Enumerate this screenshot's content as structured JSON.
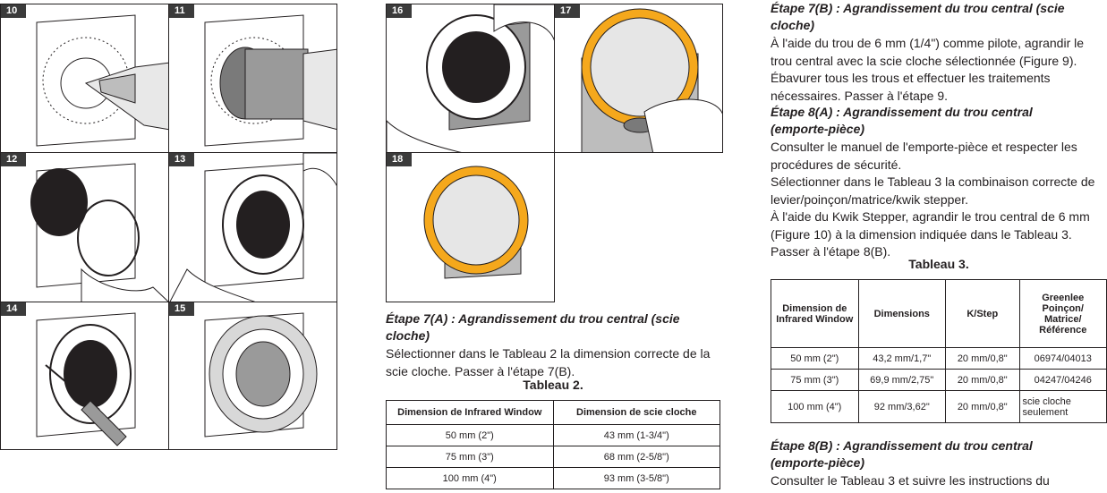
{
  "figures": {
    "panel_10": "10",
    "panel_11": "11",
    "panel_12": "12",
    "panel_13": "13",
    "panel_14": "14",
    "panel_15": "15",
    "panel_16": "16",
    "panel_17": "17",
    "panel_18": "18"
  },
  "colors": {
    "badge": "#3b3b3b",
    "window_ring": "#f5a81c",
    "disc": "#231f20",
    "plate": "#d8d8d8"
  },
  "step_7a": {
    "title": "Étape 7(A) : Agrandissement du trou central (scie cloche)",
    "body": "Sélectionner dans le Tableau 2 la dimension correcte de la scie cloche. Passer à l'étape 7(B).",
    "table_caption": "Tableau 2."
  },
  "table_2": {
    "headers": [
      "Dimension de Infrared Window",
      "Dimension de scie cloche"
    ],
    "rows": [
      [
        "50 mm (2\")",
        "43 mm (1-3/4\")"
      ],
      [
        "75 mm (3\")",
        "68 mm (2-5/8\")"
      ],
      [
        "100 mm (4\")",
        "93 mm (3-5/8\")"
      ]
    ]
  },
  "step_7b": {
    "title": "Étape 7(B) : Agrandissement du trou central (scie cloche)",
    "body": "À l'aide du trou de 6 mm (1/4\") comme pilote, agrandir le trou central avec la scie cloche sélectionnée (Figure 9). Ébavurer tous les trous et effectuer les traitements nécessaires. Passer à l'étape 9."
  },
  "step_8a": {
    "title": "Étape 8(A) : Agrandissement du trou central (emporte-pièce)",
    "p1": "Consulter le manuel de l'emporte-pièce et respecter les procédures de sécurité.",
    "p2": "Sélectionner dans le Tableau 3 la combinaison correcte de levier/poinçon/matrice/kwik stepper.",
    "p3": "À l'aide du Kwik Stepper, agrandir le trou central de 6 mm (Figure 10) à la dimension indiquée dans le Tableau 3. Passer à l'étape 8(B).",
    "table_caption": "Tableau 3."
  },
  "table_3": {
    "headers": [
      "Dimension de Infrared Window",
      "Dimensions",
      "K/Step",
      "Greenlee Poinçon/ Matrice/ Référence"
    ],
    "rows": [
      [
        "50 mm (2\")",
        "43,2 mm/1,7\"",
        "20 mm/0,8\"",
        "06974/04013"
      ],
      [
        "75 mm (3\")",
        "69,9 mm/2,75\"",
        "20 mm/0,8\"",
        "04247/04246"
      ],
      [
        "100 mm (4\")",
        "92 mm/3,62\"",
        "20 mm/0,8\"",
        "scie cloche seulement"
      ]
    ]
  },
  "step_8b": {
    "title": "Étape 8(B) : Agrandissement du trou central (emporte-pièce)",
    "body": "Consulter le Tableau 3 et suivre les instructions du"
  }
}
